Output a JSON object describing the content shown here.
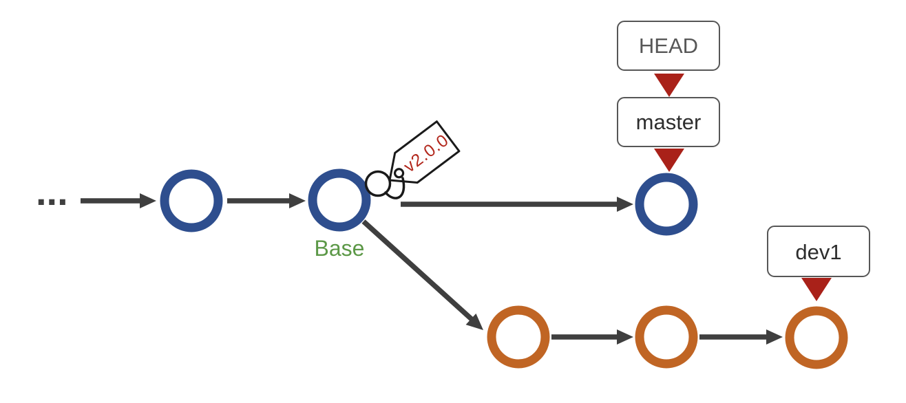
{
  "diagram_type": "git-branch-diagram",
  "labels": {
    "ellipsis": "...",
    "base": "Base",
    "tag": "v2.0.0",
    "head": "HEAD",
    "master": "master",
    "dev1": "dev1"
  },
  "colors": {
    "background": "#ffffff",
    "main_branch": "#2e4e8e",
    "dev_branch": "#c06524",
    "arrow": "#3f3f3f",
    "pointer": "#a92119",
    "tag_text": "#b2271c",
    "tag_outline": "#1a1a1a",
    "base_label": "#5c9847",
    "box_border": "#565656",
    "head_text": "#575757",
    "box_text": "#2d2d2d"
  },
  "structure": {
    "main_branch_commits_shown": 3,
    "dev_branch_commits_shown": 3,
    "dev_branch_forks_from": "Base",
    "tag_on_commit": "Base",
    "head_points_to": "master",
    "master_points_to_commit": "main branch tip",
    "dev1_points_to_commit": "dev branch tip"
  }
}
